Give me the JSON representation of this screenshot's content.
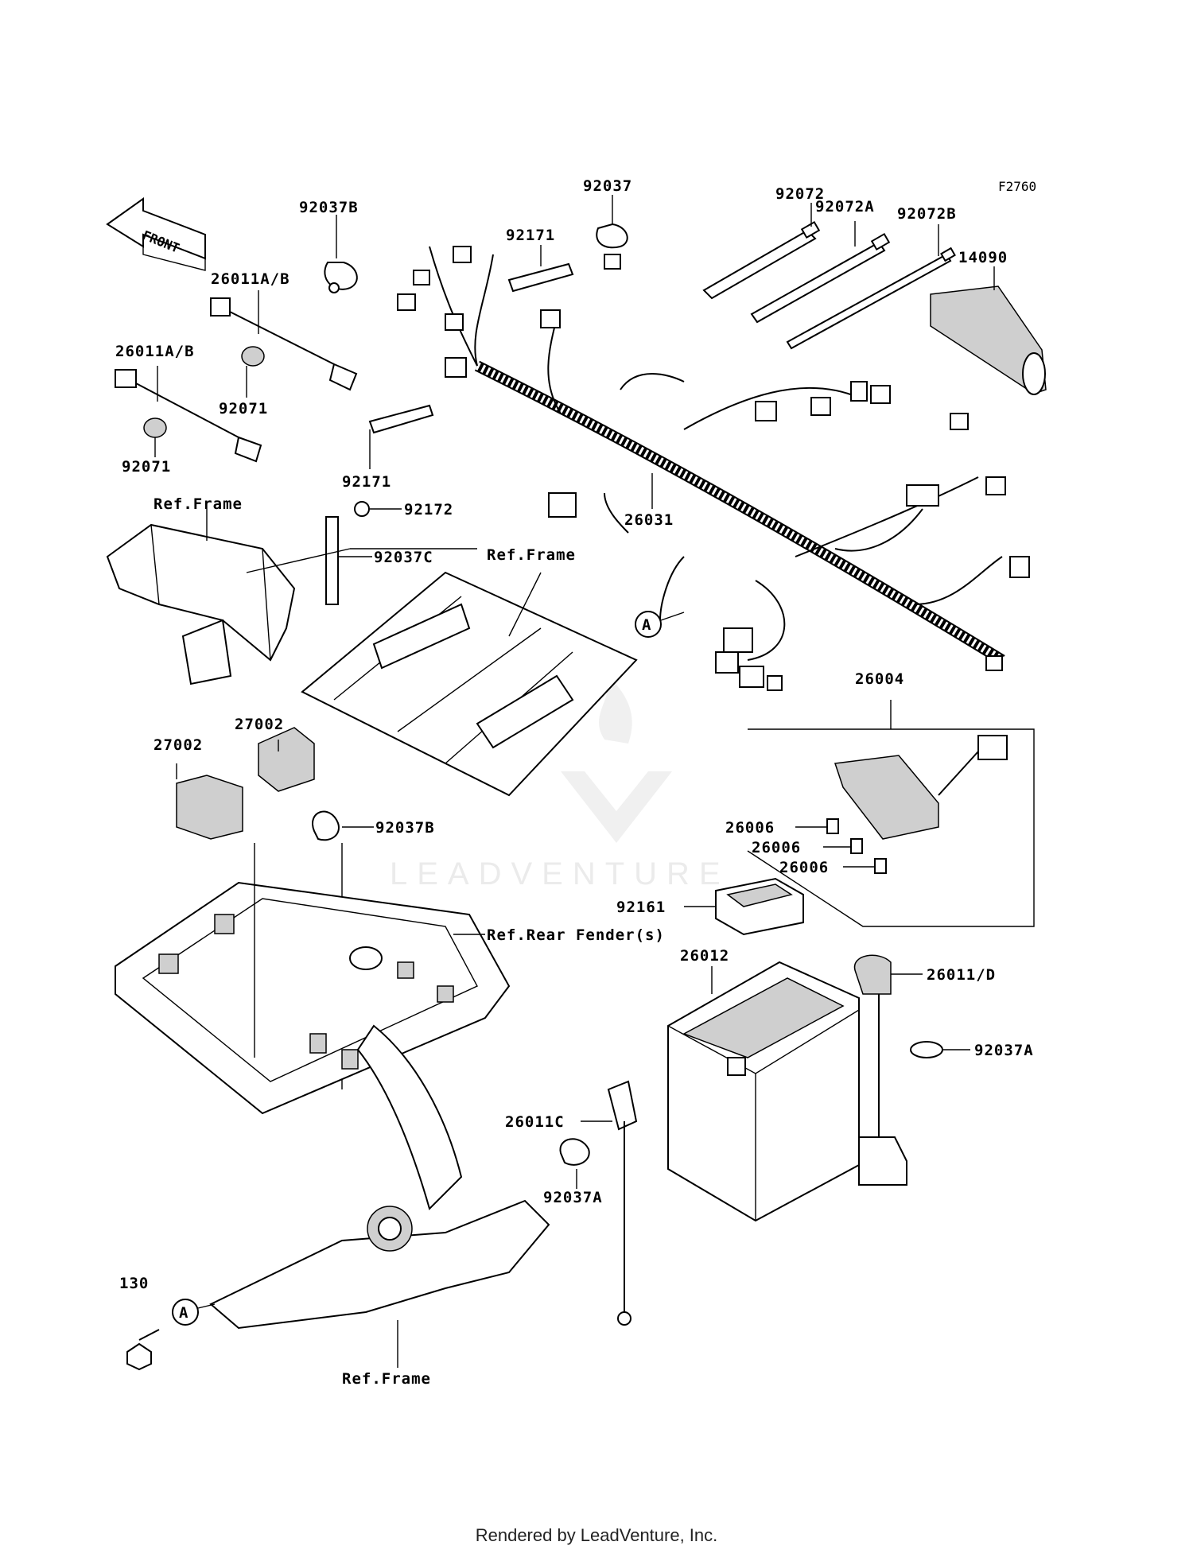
{
  "figure_code": "F2760",
  "front_arrow_text": "FRONT",
  "watermark": "LEADVENTURE",
  "footer": "Rendered by LeadVenture, Inc.",
  "callouts": {
    "p92037B_top": "92037B",
    "p92037_top": "92037",
    "p92171_top": "92171",
    "p92072": "92072",
    "p92072A": "92072A",
    "p92072B": "92072B",
    "p14090": "14090",
    "p26011AB_1": "26011A/B",
    "p26011AB_2": "26011A/B",
    "p92071_1": "92071",
    "p92071_2": "92071",
    "p92171_mid": "92171",
    "p92172": "92172",
    "p26031": "26031",
    "p92037C": "92037C",
    "refframe_1": "Ref.Frame",
    "refframe_2": "Ref.Frame",
    "refframe_3": "Ref.Frame",
    "p26004": "26004",
    "p27002_1": "27002",
    "p27002_2": "27002",
    "p92037B_mid": "92037B",
    "p26006_1": "26006",
    "p26006_2": "26006",
    "p26006_3": "26006",
    "p92161": "92161",
    "ref_rear_fender": "Ref.Rear Fender(s)",
    "p26012": "26012",
    "p26011D": "26011/D",
    "p92037A_right": "92037A",
    "p26011C": "26011C",
    "p92037A_bottom": "92037A",
    "p130": "130",
    "marker_A_1": "A",
    "marker_A_2": "A"
  }
}
